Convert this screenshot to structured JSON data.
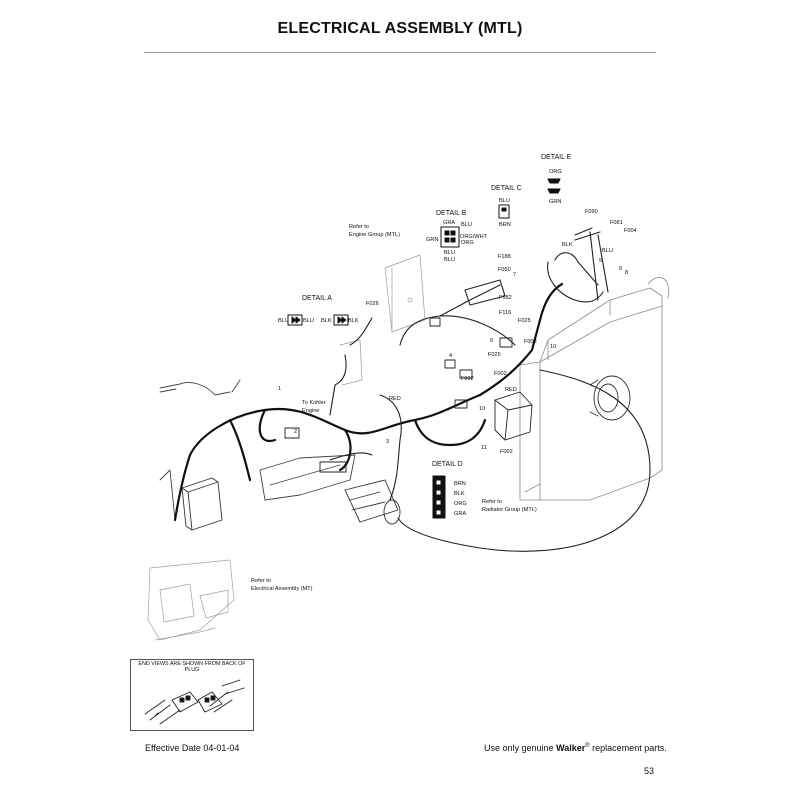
{
  "page": {
    "title": "ELECTRICAL ASSEMBLY (MTL)",
    "effective_date": "Effective Date 04-01-04",
    "footer_prefix": "Use only genuine ",
    "footer_brand": "Walker",
    "footer_reg": "®",
    "footer_suffix": " replacement parts.",
    "page_number": "53"
  },
  "details": {
    "a": {
      "title": "DETAIL A",
      "wires": [
        "BLU",
        "BLU",
        "BLK",
        "BLK"
      ]
    },
    "b": {
      "title": "DETAIL B",
      "wires": [
        "GRA",
        "BLU",
        "GRN",
        "ORG/WHT",
        "ORG",
        "BLU",
        "BLU"
      ]
    },
    "c": {
      "title": "DETAIL C",
      "wires": [
        "BLU",
        "BRN"
      ]
    },
    "d": {
      "title": "DETAIL D",
      "wires": [
        "BRN",
        "BLK",
        "ORG",
        "GRA"
      ]
    },
    "e": {
      "title": "DETAIL E",
      "wires": [
        "ORG",
        "GRN"
      ]
    }
  },
  "callouts": {
    "refer_engine": [
      "Refer to",
      "Engine Group (MTL)"
    ],
    "to_kohler": [
      "To Kohler",
      "Engine"
    ],
    "refer_radiator": [
      "Refer to",
      "Radiator Group (MTL)"
    ],
    "refer_electrical": [
      "Refer to",
      "Electrical Assembly (MT)"
    ],
    "inset_caption": "END VIEWS ARE SHOWN FROM BACK OF PLUG"
  },
  "part_labels": {
    "f026": "F026",
    "f188": "F188",
    "f050": "F050",
    "n7": "7",
    "f182": "F182",
    "f116": "F116",
    "f025a": "F025",
    "f025b": "F025",
    "n6": "6",
    "n4": "4",
    "f002a": "F002",
    "f002b": "F002",
    "f002c": "F002",
    "f002d": "F002",
    "n10": "10",
    "f090": "F090",
    "f081": "F081",
    "f004": "F004",
    "blk1": "BLK",
    "blu1": "BLU",
    "n5": "5",
    "n8": "8",
    "n9": "9",
    "n1": "1",
    "n2": "2",
    "n3": "3",
    "red1": "RED",
    "red2": "RED",
    "n11": "11",
    "n10b": "10"
  }
}
